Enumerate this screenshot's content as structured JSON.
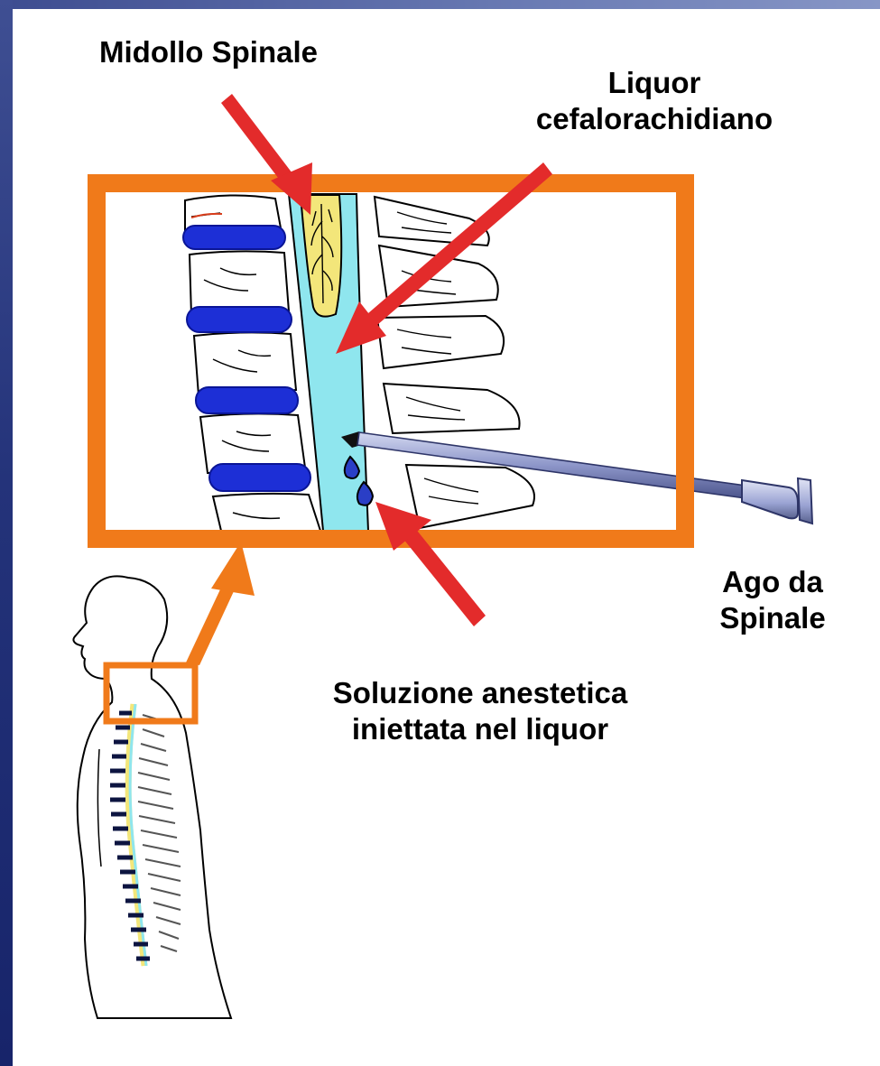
{
  "labels": {
    "midollo_spinale": "Midollo Spinale",
    "liquor_line1": "Liquor",
    "liquor_line2": "cefalorachidiano",
    "ago_line1": "Ago da",
    "ago_line2": "Spinale",
    "soluzione_line1": "Soluzione anestetica",
    "soluzione_line2": "iniettata nel liquor"
  },
  "colors": {
    "callout_frame": "#f07a1a",
    "pointer_arrows": "#e32b2b",
    "csf": "#8fe6ee",
    "spinal_cord": "#f3e67a",
    "intervertebral_disc": "#1d2fd6",
    "needle": "#9aa3d3",
    "background": "#ffffff"
  }
}
